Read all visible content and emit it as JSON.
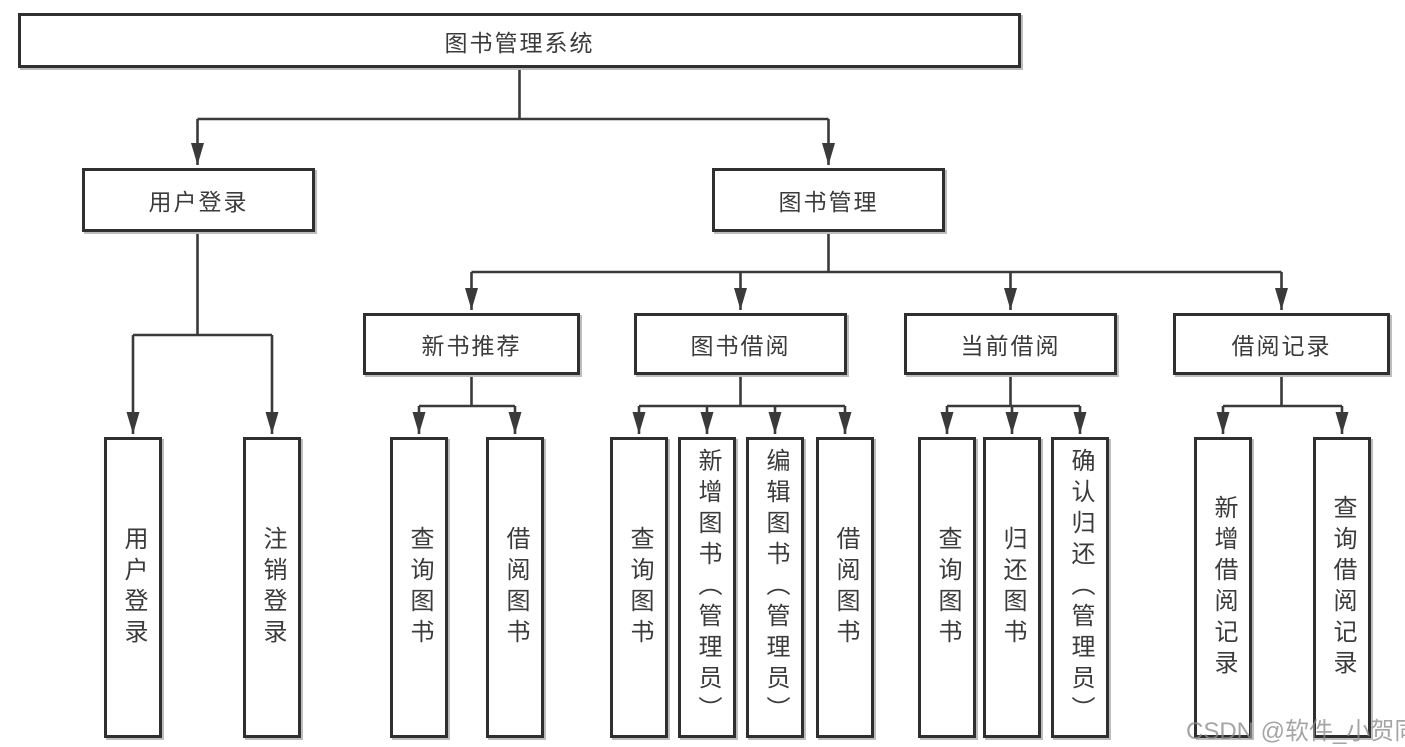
{
  "colors": {
    "box_border": "#2f2f2f",
    "connector_line": "#3a3a3a",
    "text": "#3b3b3b",
    "watermark_text": "#8c8c8c",
    "background": "#ffffff"
  },
  "diagram": {
    "root": "图书管理系统",
    "level2": [
      "用户登录",
      "图书管理"
    ],
    "level3": [
      "新书推荐",
      "图书借阅",
      "当前借阅",
      "借阅记录"
    ],
    "leaves": {
      "user_login": [
        "用户登录",
        "注销登录"
      ],
      "new_book_recommend": [
        "查询图书",
        "借阅图书"
      ],
      "book_borrow": [
        "查询图书",
        "新增图书（管理员）",
        "编辑图书（管理员）",
        "借阅图书"
      ],
      "current_borrow": [
        "查询图书",
        "归还图书",
        "确认归还（管理员）"
      ],
      "borrow_records": [
        "新增借阅记录",
        "查询借阅记录"
      ]
    }
  },
  "watermark": "CSDN @软件_小贺同学"
}
